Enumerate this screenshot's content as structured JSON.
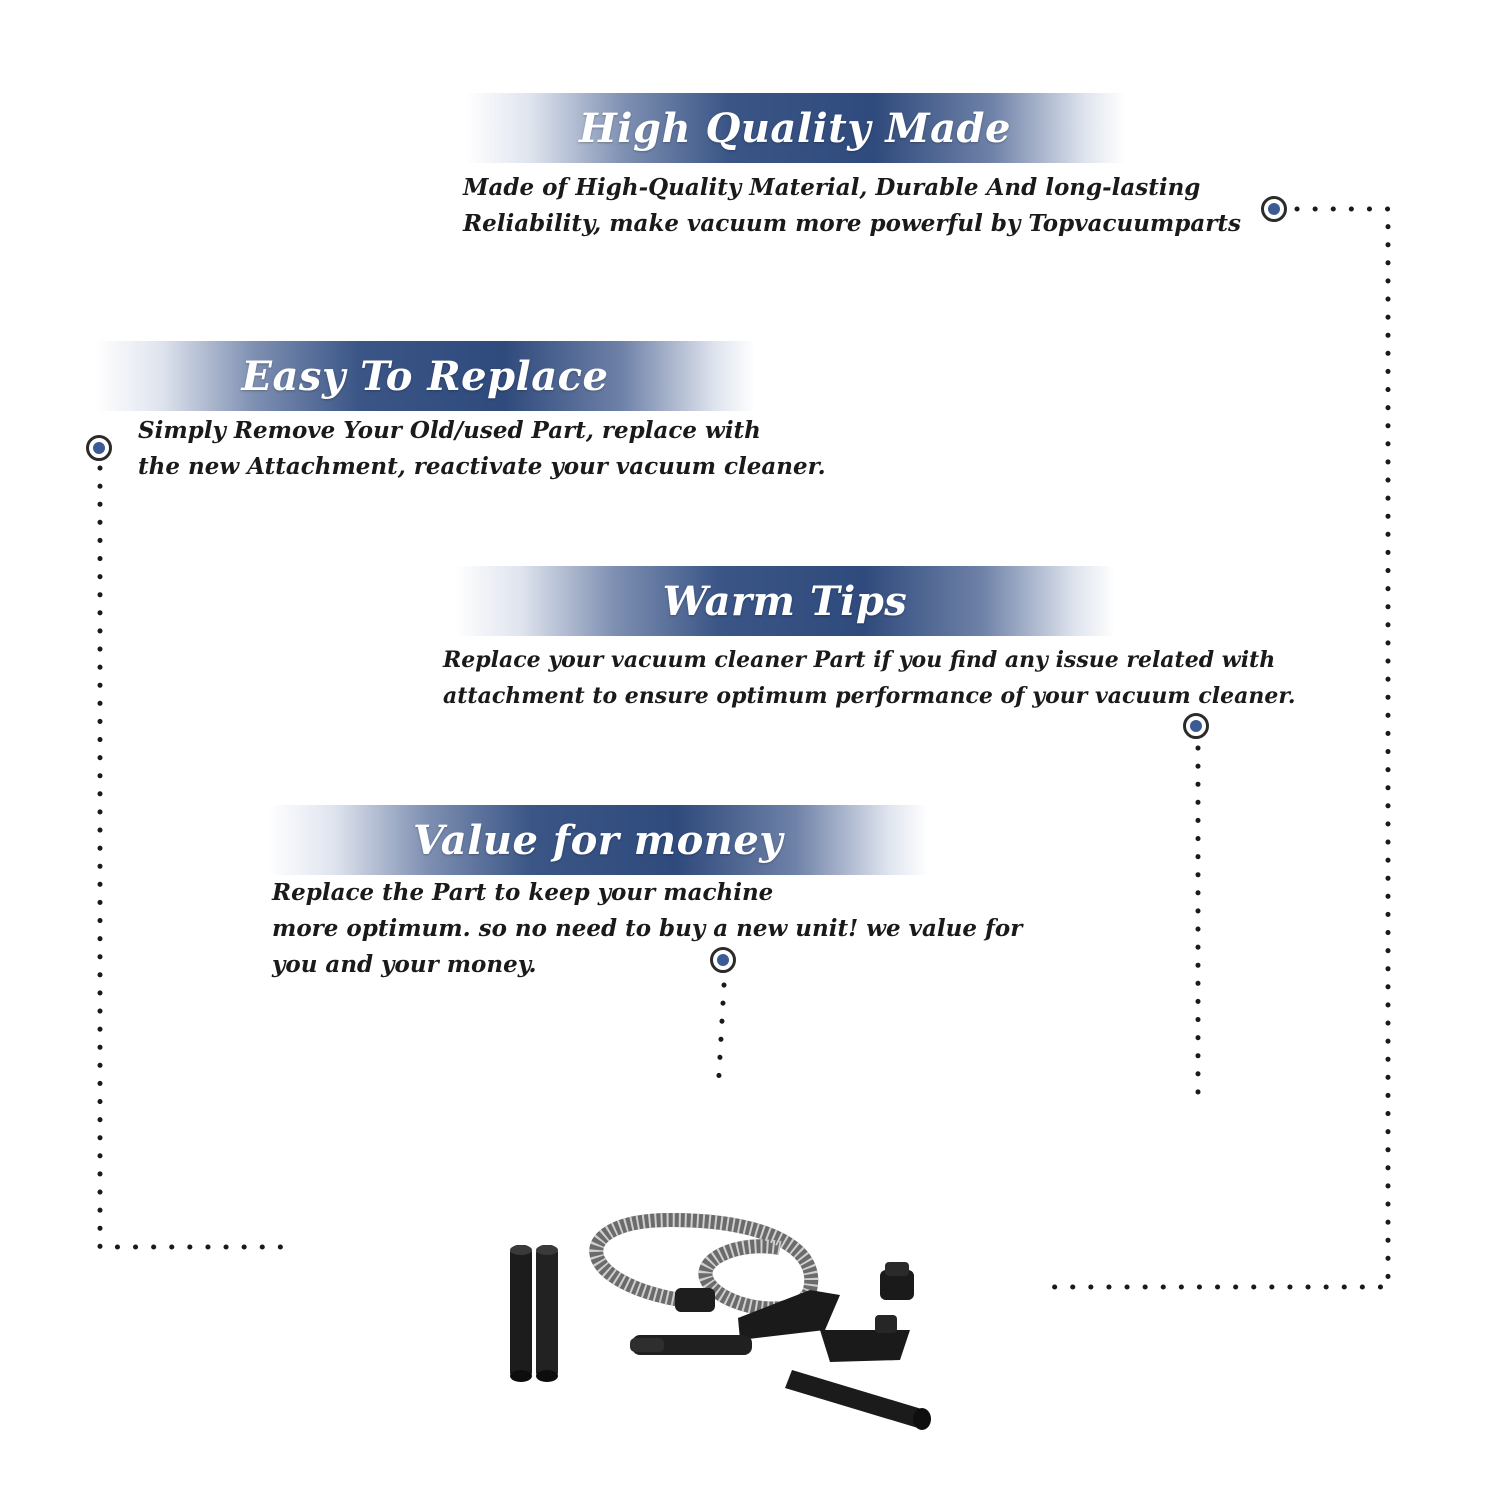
{
  "sections": [
    {
      "title": "High Quality Made",
      "lines": [
        "Made of  High-Quality Material, Durable And long-lasting",
        "Reliability, make vacuum more powerful by Topvacuumparts"
      ]
    },
    {
      "title": "Easy To Replace",
      "lines": [
        "Simply Remove Your Old/used Part, replace with",
        "the new Attachment, reactivate your vacuum cleaner."
      ]
    },
    {
      "title": "Warm Tips",
      "lines": [
        "Replace your vacuum cleaner Part if you find any issue related with",
        " attachment to ensure optimum performance of your vacuum cleaner."
      ]
    },
    {
      "title": "Value for money",
      "lines": [
        "Replace the Part to keep your machine",
        "more optimum. so no need to buy a new unit! we value for",
        "you and your money."
      ]
    }
  ],
  "colors": {
    "banner_blue": "#2f4a7c",
    "marker_blue": "#3c5a94",
    "text": "#1a1a1a",
    "dots": "#1a1a1a"
  },
  "icons": [
    "bullet-marker-icon",
    "vacuum-attachment-kit-icon"
  ]
}
